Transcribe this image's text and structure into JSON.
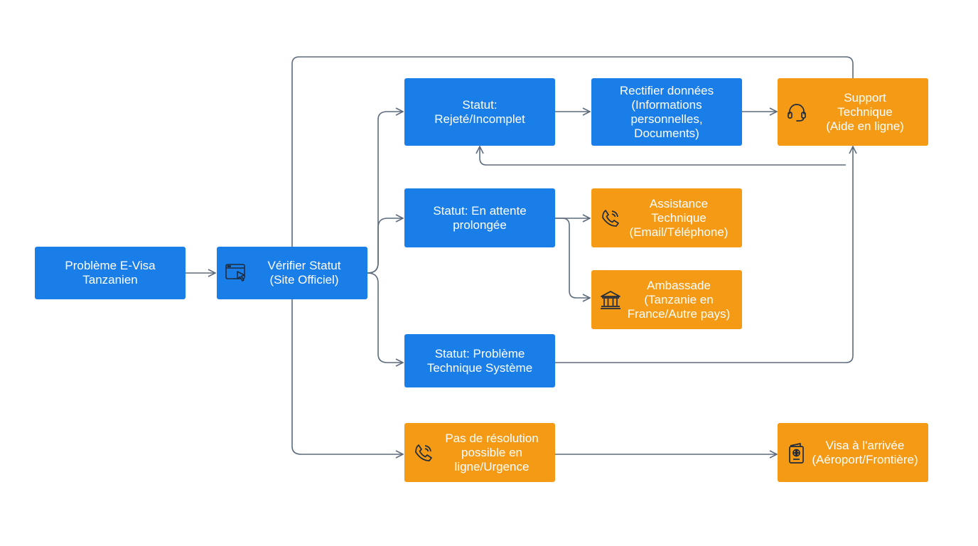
{
  "colors": {
    "blue": "#1a7ee8",
    "orange": "#f59a14",
    "connector": "#5d6b7c"
  },
  "nodes": {
    "probleme": {
      "color": "blue",
      "lines": [
        "Problème E-Visa",
        "Tanzanien"
      ]
    },
    "verifier": {
      "color": "blue",
      "icon": "browser-cursor-icon",
      "lines": [
        "Vérifier Statut",
        "(Site Officiel)"
      ]
    },
    "rejete": {
      "color": "blue",
      "lines": [
        "Statut:",
        "Rejeté/Incomplet"
      ]
    },
    "rectifier": {
      "color": "blue",
      "lines": [
        "Rectifier données",
        "(Informations",
        "personnelles,",
        "Documents)"
      ]
    },
    "support": {
      "color": "orange",
      "icon": "headset-icon",
      "lines": [
        "Support",
        "Technique",
        "(Aide en ligne)"
      ]
    },
    "attente": {
      "color": "blue",
      "lines": [
        "Statut: En attente",
        "prolongée"
      ]
    },
    "assistance": {
      "color": "orange",
      "icon": "phone-icon",
      "lines": [
        "Assistance",
        "Technique",
        "(Email/Téléphone)"
      ]
    },
    "ambassade": {
      "color": "orange",
      "icon": "embassy-building-icon",
      "lines": [
        "Ambassade",
        "(Tanzanie en",
        "France/Autre pays)"
      ]
    },
    "systeme": {
      "color": "blue",
      "lines": [
        "Statut: Problème",
        "Technique Système"
      ]
    },
    "urgence": {
      "color": "orange",
      "icon": "phone-icon",
      "lines": [
        "Pas de résolution",
        "possible en",
        "ligne/Urgence"
      ]
    },
    "arrivee": {
      "color": "orange",
      "icon": "passport-icon",
      "lines": [
        "Visa à l'arrivée",
        "(Aéroport/Frontière)"
      ]
    }
  },
  "edges": [
    {
      "from": "probleme",
      "to": "verifier"
    },
    {
      "from": "verifier",
      "to": "rejete"
    },
    {
      "from": "verifier",
      "to": "attente"
    },
    {
      "from": "verifier",
      "to": "systeme"
    },
    {
      "from": "verifier",
      "to": "urgence"
    },
    {
      "from": "verifier",
      "to": "support"
    },
    {
      "from": "rejete",
      "to": "rectifier"
    },
    {
      "from": "rectifier",
      "to": "support"
    },
    {
      "from": "support",
      "to": "rejete"
    },
    {
      "from": "attente",
      "to": "assistance"
    },
    {
      "from": "attente",
      "to": "ambassade"
    },
    {
      "from": "systeme",
      "to": "support"
    },
    {
      "from": "urgence",
      "to": "arrivee"
    }
  ]
}
